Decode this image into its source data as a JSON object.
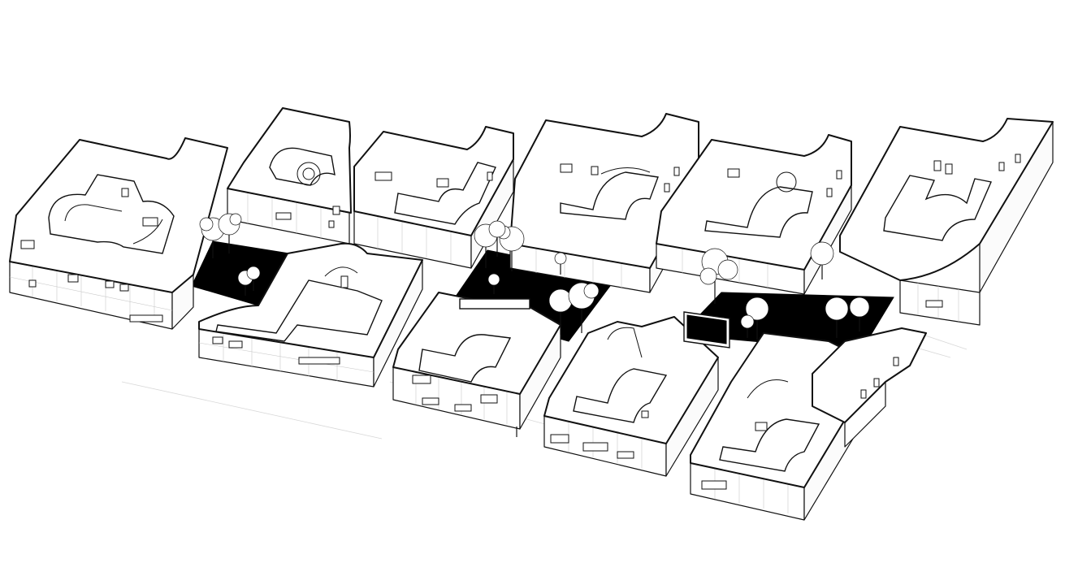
{
  "drawing": {
    "type": "isometric axonometric architectural drawing",
    "colors": {
      "ink": "#111111",
      "paper": "#ffffff",
      "plaza": "#000000",
      "grid": "#c9c9c9"
    },
    "building_blocks": 11,
    "black_plazas": 3,
    "tree_groups": 8
  }
}
